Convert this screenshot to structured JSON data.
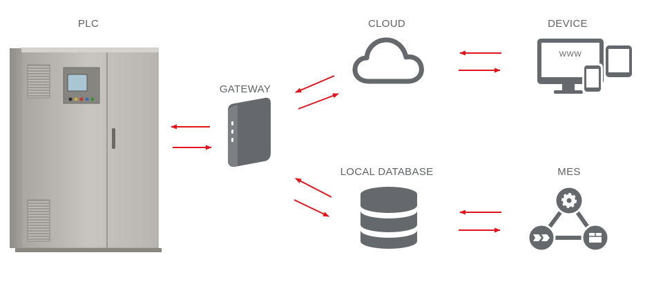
{
  "nodes": {
    "plc": {
      "label": "PLC",
      "icon": "plc-cabinet-icon"
    },
    "gateway": {
      "label": "GATEWAY",
      "icon": "gateway-router-icon"
    },
    "cloud": {
      "label": "CLOUD",
      "icon": "cloud-icon"
    },
    "device": {
      "label": "DEVICE",
      "icon": "devices-icon",
      "screen_text": "WWW"
    },
    "local_database": {
      "label": "LOCAL DATABASE",
      "icon": "database-icon"
    },
    "mes": {
      "label": "MES",
      "icon": "mes-cycle-icon"
    }
  },
  "connections": [
    {
      "from": "plc",
      "to": "gateway",
      "bidirectional": true
    },
    {
      "from": "gateway",
      "to": "cloud",
      "bidirectional": true
    },
    {
      "from": "cloud",
      "to": "device",
      "bidirectional": true
    },
    {
      "from": "gateway",
      "to": "local_database",
      "bidirectional": true
    },
    {
      "from": "local_database",
      "to": "mes",
      "bidirectional": true
    }
  ],
  "colors": {
    "arrow": "#e1141b",
    "icon": "#65686c",
    "label": "#5f6266",
    "cabinet": "#c2bfbb"
  }
}
